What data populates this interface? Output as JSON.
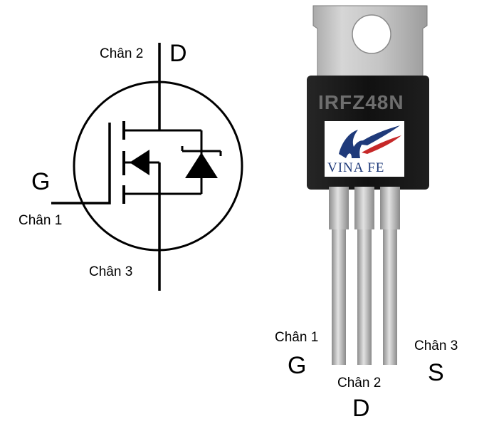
{
  "symbol": {
    "pin2_label": "Chân 2",
    "drain_letter": "D",
    "gate_letter": "G",
    "pin1_label": "Chân 1",
    "pin3_label": "Chân 3"
  },
  "package": {
    "part_marking": "IRFZ48N",
    "logo_text": "VINA FE",
    "pin1_label": "Chân 1",
    "gate_letter": "G",
    "pin2_label": "Chân 2",
    "drain_letter": "D",
    "pin3_label": "Chân 3",
    "source_letter": "S"
  },
  "colors": {
    "body": "#111111",
    "tab": "#c8c8c8",
    "leads": "#b5b5b5",
    "marking": "#6e6e6e",
    "logo_blue": "#1f3a7a",
    "logo_red": "#c62828"
  }
}
